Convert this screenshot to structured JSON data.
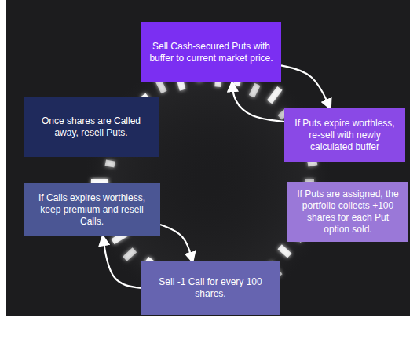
{
  "diagram": {
    "nodes": [
      {
        "text": [
          "Sell Cash-secured Puts with buffer to current market price."
        ]
      },
      {
        "text": [
          "If Puts expire worthless, re-sell with newly calculated buffer"
        ]
      },
      {
        "text": [
          "If Puts are assigned, the portfolio collects +100 shares for each Put option sold."
        ]
      },
      {
        "text": [
          "Sell -1 Call for every 100 shares."
        ]
      },
      {
        "text": [
          "If Calls expires worthless, keep premium and resell Calls."
        ]
      },
      {
        "text": [
          "Once shares are Called away, resell Puts."
        ]
      }
    ],
    "edges": [
      {
        "from": 0,
        "to": 1,
        "arrow": "to"
      },
      {
        "from": 1,
        "to": 0,
        "arrow": "to"
      },
      {
        "from": 3,
        "to": 4,
        "arrow": "to"
      },
      {
        "from": 4,
        "to": 3,
        "arrow": "to"
      }
    ]
  }
}
